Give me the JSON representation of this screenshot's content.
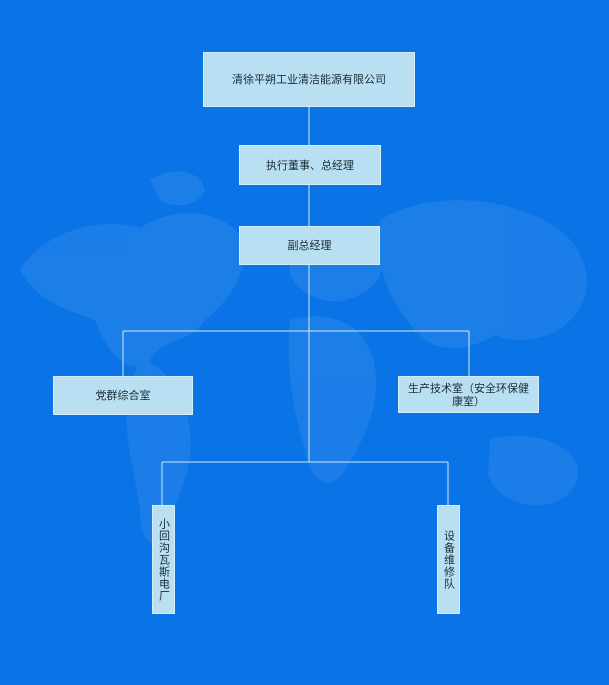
{
  "org_chart": {
    "company": "清徐平朔工业清洁能源有限公司",
    "executive": "执行董事、总经理",
    "deputy": "副总经理",
    "office_party": "党群综合室",
    "office_production": "生产技术室（安全环保健康室）",
    "unit_power_plant": "小回沟瓦斯电厂",
    "unit_maintenance": "设备维修队"
  },
  "colors": {
    "background": "#0a74e6",
    "node_fill": "#b8e0f2",
    "connector": "#cfe9f7"
  }
}
